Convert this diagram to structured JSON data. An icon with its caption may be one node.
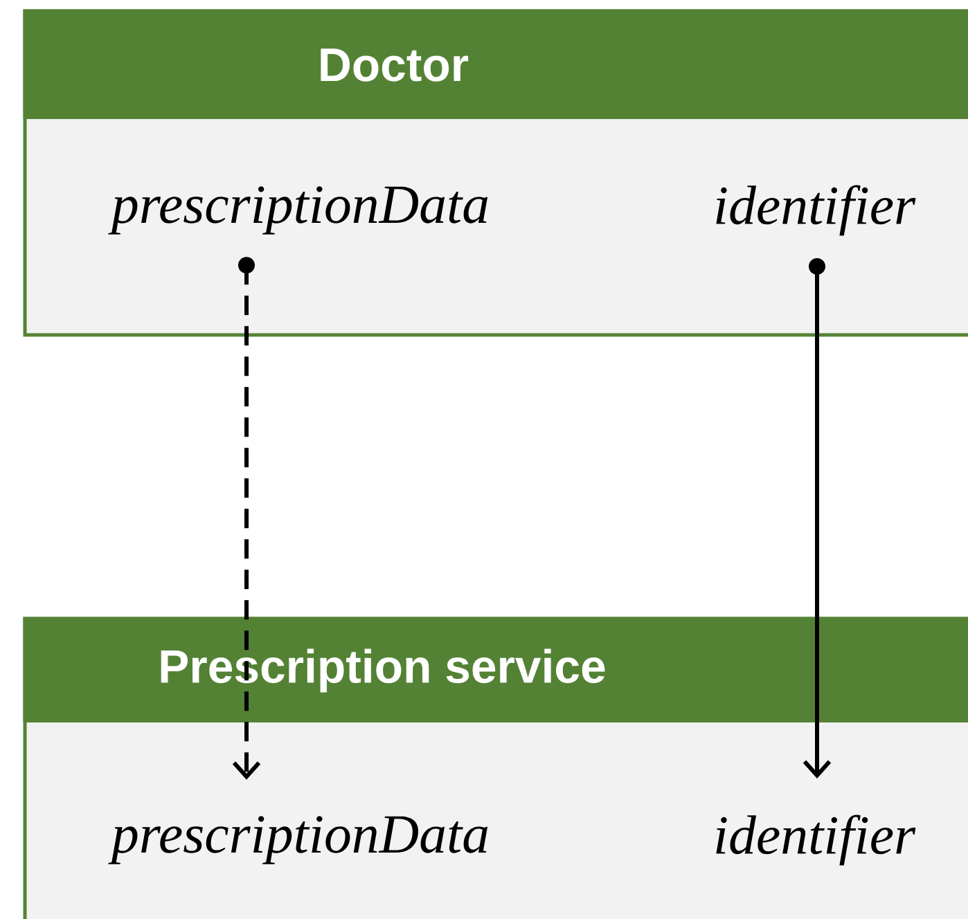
{
  "diagram": {
    "nodes": [
      {
        "text": [
          "Doctor"
        ]
      },
      {
        "text": [
          "prescriptionData"
        ],
        "in": 0
      },
      {
        "text": [
          "identifier"
        ],
        "in": 0
      },
      {
        "text": [
          "Prescription service"
        ]
      },
      {
        "text": [
          "prescriptionData"
        ],
        "in": 3
      },
      {
        "text": [
          "identifier"
        ],
        "in": 3
      }
    ],
    "edges": [
      {
        "from": 1,
        "to": 4,
        "arrow": "to",
        "style": "dashed"
      },
      {
        "from": 2,
        "to": 5,
        "arrow": "to"
      }
    ]
  }
}
